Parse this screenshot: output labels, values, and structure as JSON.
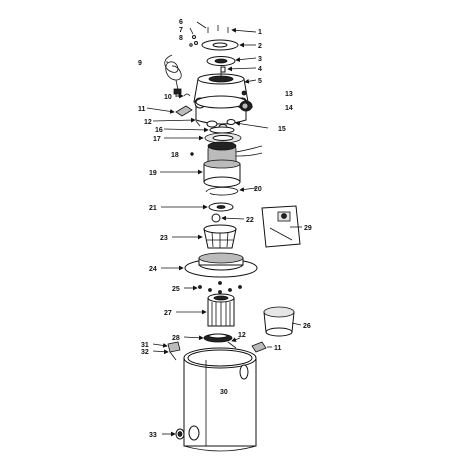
{
  "diagram": {
    "labels": {
      "p1": "1",
      "p2": "2",
      "p3": "3",
      "p4": "4",
      "p5": "5",
      "p6": "6",
      "p7": "7",
      "p8": "8",
      "p9": "9",
      "p10": "10",
      "p11a": "11",
      "p11b": "11",
      "p12a": "12",
      "p12b": "12",
      "p13": "13",
      "p14": "14",
      "p15": "15",
      "p16": "16",
      "p17": "17",
      "p18": "18",
      "p19": "19",
      "p20": "20",
      "p21": "21",
      "p22": "22",
      "p23": "23",
      "p24": "24",
      "p25": "25",
      "p26": "26",
      "p27": "27",
      "p28": "28",
      "p29": "29",
      "p30": "30",
      "p31": "31",
      "p32": "32",
      "p33": "33"
    }
  }
}
